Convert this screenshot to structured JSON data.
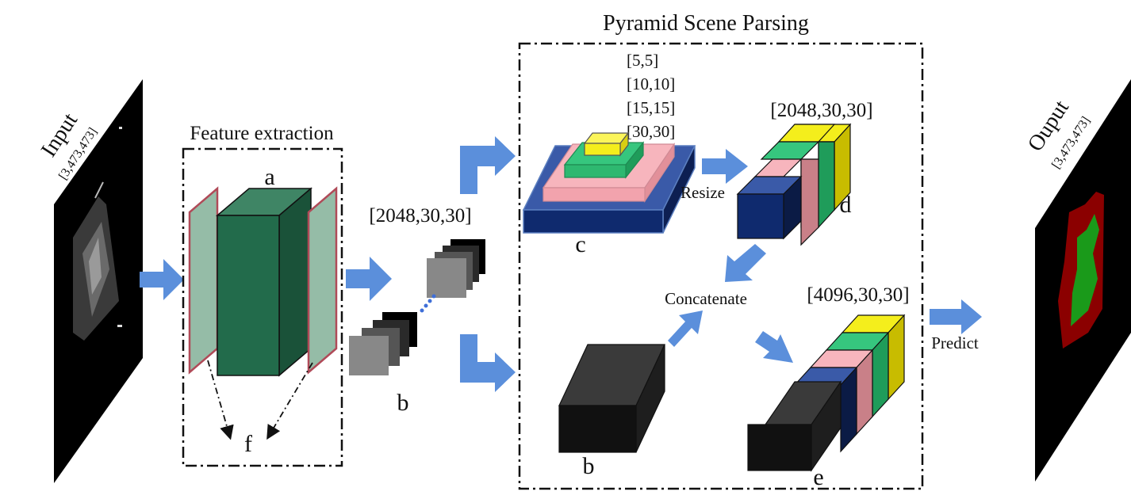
{
  "title": "Pyramid Scene Parsing",
  "labels": {
    "input": "Input",
    "input_dims": "[3,473,473]",
    "feature_extraction": "Feature extraction",
    "a": "a",
    "f": "f",
    "b_features": "b",
    "features_dims": "[2048,30,30]",
    "pool_sizes": [
      "[5,5]",
      "[10,10]",
      "[15,15]",
      "[30,30]"
    ],
    "c": "c",
    "resize": "Resize",
    "resized_dims": "[2048,30,30]",
    "d": "d",
    "concatenate": "Concatenate",
    "concat_dims": "[4096,30,30]",
    "b_block": "b",
    "e": "e",
    "predict": "Predict",
    "output": "Ouput",
    "output_dims": "[3,473,473]"
  },
  "colors": {
    "arrow": "#5b8fdb",
    "backbone_front": "#226b4b",
    "backbone_top": "#3f8565",
    "backbone_side": "#1a5239",
    "panel_fill": "#95bca7",
    "panel_edge": "#b04a58",
    "pool_5": "#f4ee1c",
    "pool_10": "#2eb870",
    "pool_15": "#f2a3ad",
    "pool_30": "#0f2a6e",
    "feature_block": "#2b2b2b",
    "mask_background": "#000000",
    "mask_outer": "#8b0000",
    "mask_inner": "#1a9a1a"
  },
  "icons": {
    "flow_arrow": "block-arrow-right",
    "concat_arrow": "block-arrow-diagonal"
  }
}
